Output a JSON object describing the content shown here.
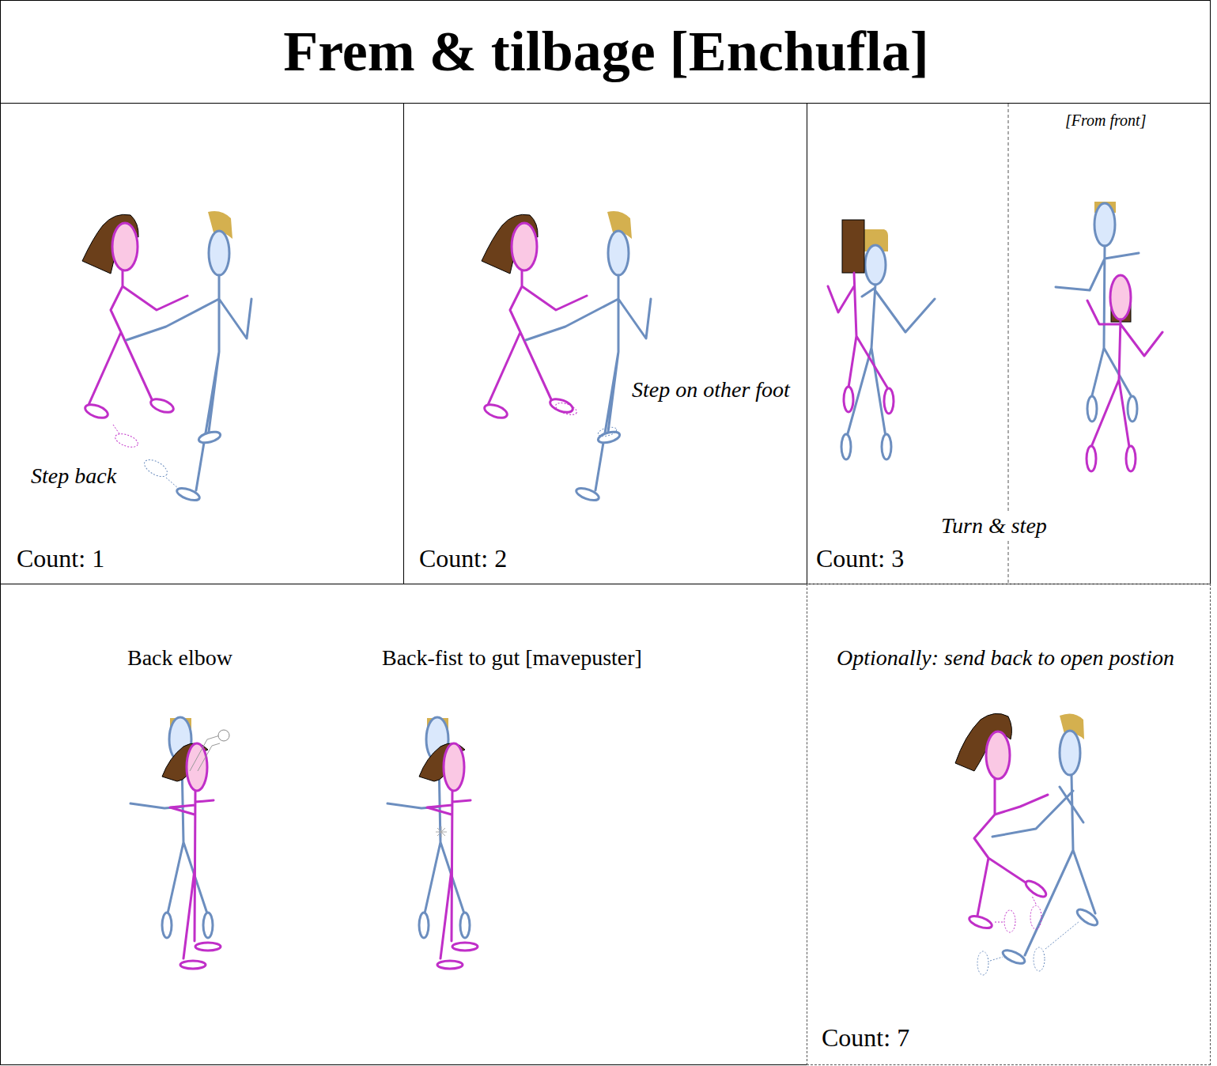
{
  "diagram": {
    "title": "Frem & tilbage [Enchufla]",
    "nodes": [
      {
        "text": [
          "Step back",
          "Count: 1"
        ]
      },
      {
        "text": [
          "Step on other foot",
          "Count: 2"
        ]
      },
      {
        "text": [
          "[From front]",
          "Turn & step",
          "Count: 3"
        ]
      },
      {
        "text": [
          "Back elbow",
          "Back-fist to gut [mavepuster]"
        ]
      },
      {
        "text": [
          "Optionally: send back to open postion",
          "Count: 7"
        ]
      }
    ]
  }
}
